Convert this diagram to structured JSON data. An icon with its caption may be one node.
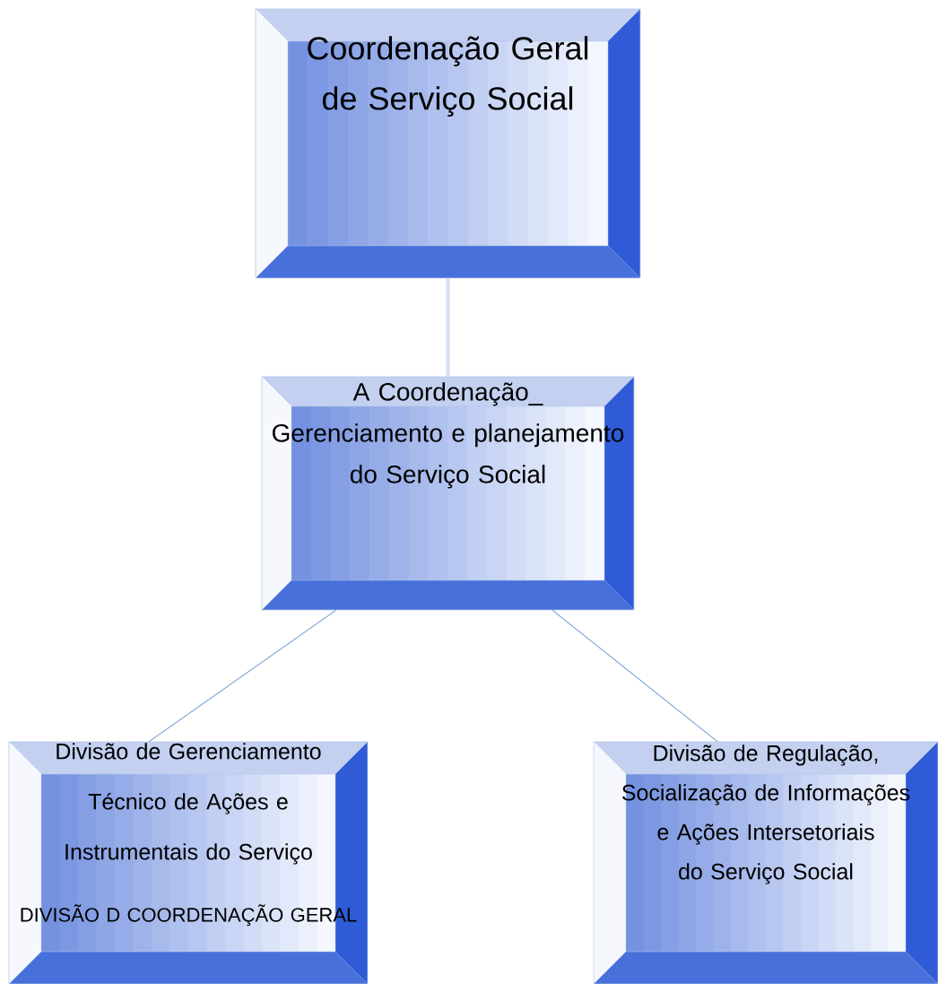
{
  "diagram": {
    "nodes": [
      {
        "text": [
          "Coordenação Geral de Serviço Social"
        ]
      },
      {
        "text": [
          "A Coordenação_ Gerenciamento e planejamento do Serviço Social"
        ]
      },
      {
        "text": [
          "Divisão de Gerenciamento Técnico de Ações e Instrumentais do Serviço",
          "DIVISÃO D COORDENAÇÃO GERAL"
        ]
      },
      {
        "text": [
          "Divisão de Regulação, Socialização de Informações e Ações Intersetoriais do Serviço Social"
        ]
      }
    ],
    "edges": [
      {
        "from": 0,
        "to": 1,
        "arrow": "none",
        "style": "thick",
        "color": "#d3e1f3"
      },
      {
        "from": 1,
        "to": 2,
        "arrow": "none"
      },
      {
        "from": 1,
        "to": 3,
        "arrow": "none"
      }
    ]
  }
}
